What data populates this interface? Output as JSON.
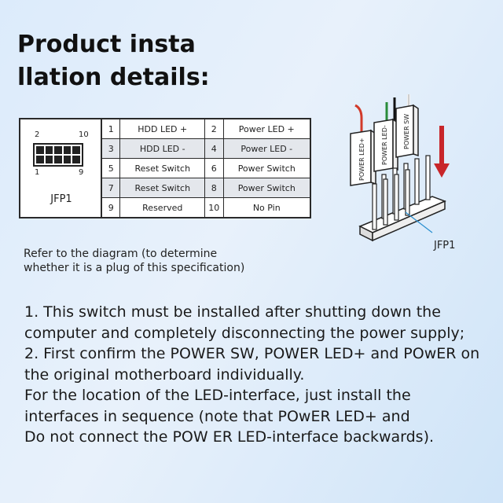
{
  "title": {
    "line1": "Product insta",
    "line2": "llation details:"
  },
  "table": {
    "header": {
      "num_top_left": "2",
      "num_top_right": "10",
      "num_bottom_left": "1",
      "num_bottom_right": "9",
      "label": "JFP1"
    },
    "rows": [
      {
        "pin_a": "1",
        "name_a": "HDD LED +",
        "pin_b": "2",
        "name_b": "Power LED +"
      },
      {
        "pin_a": "3",
        "name_a": "HDD LED -",
        "pin_b": "4",
        "name_b": "Power LED -"
      },
      {
        "pin_a": "5",
        "name_a": "Reset Switch",
        "pin_b": "6",
        "name_b": "Power Switch"
      },
      {
        "pin_a": "7",
        "name_a": "Reset Switch",
        "pin_b": "8",
        "name_b": "Power Switch"
      },
      {
        "pin_a": "9",
        "name_a": "Reserved",
        "pin_b": "10",
        "name_b": "No Pin"
      }
    ]
  },
  "connector": {
    "plug_labels": [
      "POWER LED+",
      "POWER LED-",
      "POWER SW"
    ],
    "header_label": "JFP1",
    "wire_colors": [
      "#d23a2a",
      "#2a8c3a",
      "#111111",
      "#f2f2f2"
    ],
    "arrow_color": "#c8262a"
  },
  "refer_note": {
    "line1": "Refer to the diagram (to determine",
    "line2": "whether it is a plug of this specification)"
  },
  "instructions": {
    "step1": "1. This switch must be installed after shutting down the computer and completely disconnecting the power supply;",
    "step2": "2. First confirm the POWER SW, POWER LED+ and POwER on the original motherboard individually.",
    "step3": "For the location of the LED-interface, just install the interfaces in sequence (note that POwER LED+ and",
    "step4": "Do not connect the POW ER LED-interface backwards)."
  }
}
